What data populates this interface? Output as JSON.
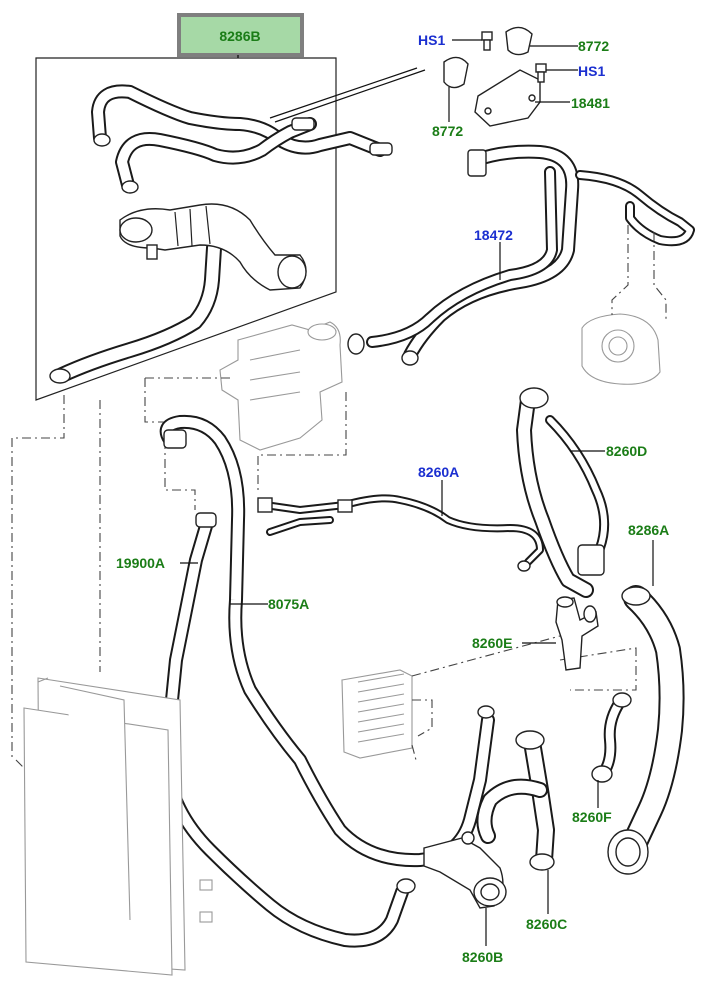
{
  "colors": {
    "label_green": "#1b7d17",
    "label_blue": "#1b2fd0",
    "box_fill": "#a6d9a6",
    "box_border": "#7f7f7f",
    "line": "#1a1a1a"
  },
  "labels": {
    "l8286B": "8286B",
    "lHS1a": "HS1",
    "lHS1b": "HS1",
    "l8772a": "8772",
    "l8772b": "8772",
    "l18481": "18481",
    "l18472": "18472",
    "l8260D": "8260D",
    "l8260A": "8260A",
    "l8286A": "8286A",
    "l19900A": "19900A",
    "l8075A": "8075A",
    "l8260E": "8260E",
    "l8260F": "8260F",
    "l8260C": "8260C",
    "l8260B": "8260B"
  }
}
